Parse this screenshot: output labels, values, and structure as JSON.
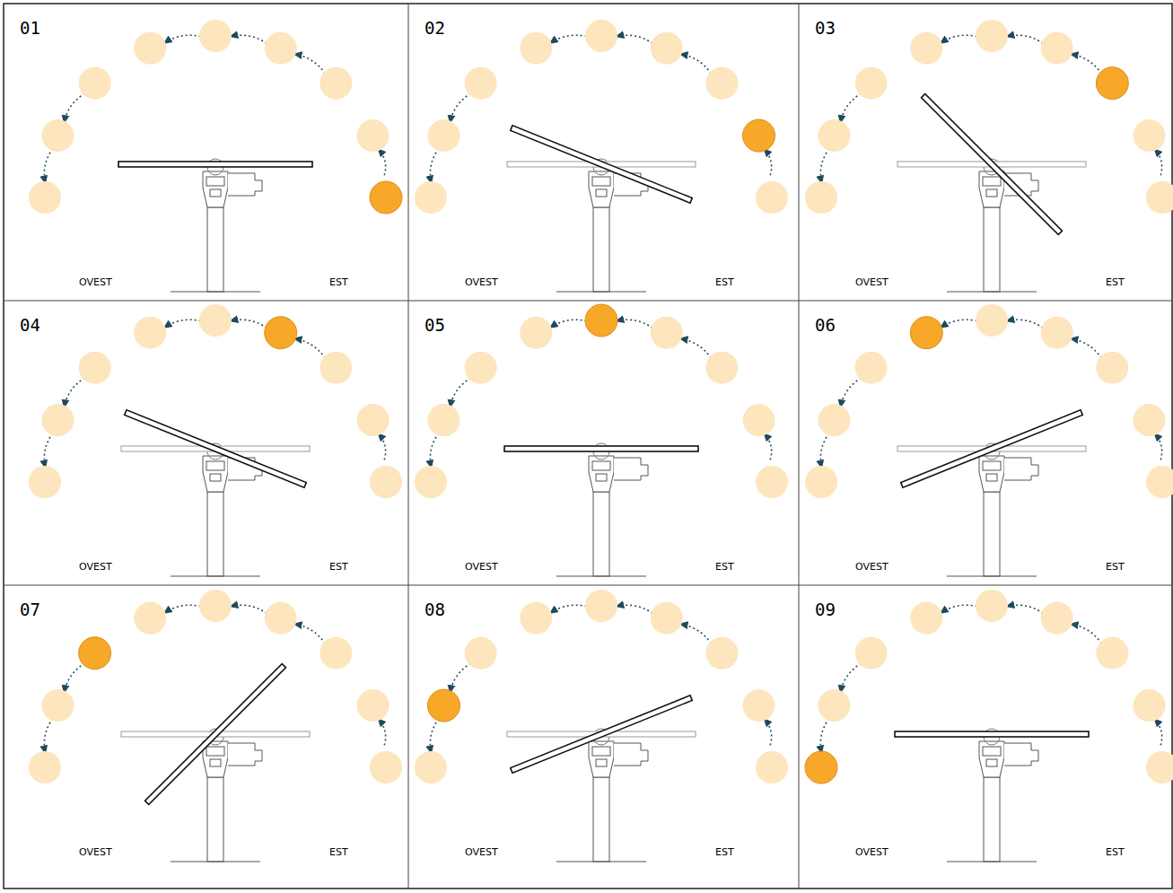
{
  "diagram": {
    "labels": [
      "01",
      "OVEST",
      "EST",
      "02",
      "OVEST",
      "EST",
      "03",
      "OVEST",
      "EST",
      "04",
      "OVEST",
      "EST",
      "05",
      "OVEST",
      "EST",
      "06",
      "OVEST",
      "EST",
      "07",
      "OVEST",
      "EST",
      "08",
      "OVEST",
      "EST",
      "09",
      "OVEST",
      "EST"
    ]
  }
}
